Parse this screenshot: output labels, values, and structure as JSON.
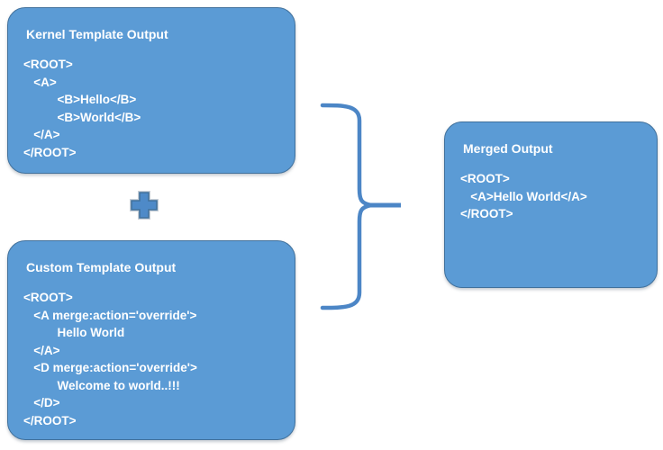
{
  "colors": {
    "background": "#FFFFFF",
    "box_fill": "#5B9BD5",
    "box_border": "#41719C",
    "box_text": "#FFFFFF",
    "brace": "#4C86C6",
    "plus_fill": "#4E8AC8",
    "plus_border": "#41719C",
    "plus_halo": "#C9D0D8"
  },
  "icons": {
    "plus": "+",
    "right_curly_brace": "}"
  },
  "boxes": {
    "kernel": {
      "title": "Kernel Template Output",
      "code": "<ROOT>\n   <A>\n          <B>Hello</B>\n          <B>World</B>\n   </A>\n</ROOT>"
    },
    "custom": {
      "title": "Custom Template Output",
      "code": "<ROOT>\n   <A merge:action='override'>\n          Hello World\n   </A>\n   <D merge:action='override'>\n          Welcome to world..!!!\n   </D>\n</ROOT>"
    },
    "merged": {
      "title": "Merged Output",
      "code": "<ROOT>\n   <A>Hello World</A>\n</ROOT>"
    }
  }
}
